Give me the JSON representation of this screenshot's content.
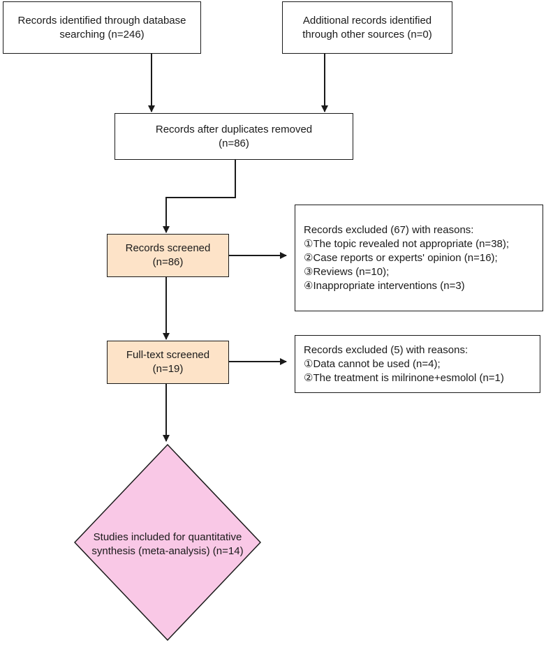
{
  "boxes": {
    "database_search": [
      "Records identified through database",
      "searching (n=246)"
    ],
    "other_sources": [
      "Additional records identified",
      "through other sources (n=0)"
    ],
    "duplicates_removed": [
      "Records after duplicates removed",
      "(n=86)"
    ],
    "records_screened": [
      "Records screened",
      "(n=86)"
    ],
    "excluded_screening": [
      "Records excluded (67) with reasons:",
      "①The topic revealed not appropriate (n=38);",
      "②Case reports or experts' opinion (n=16);",
      "③Reviews (n=10);",
      "④Inappropriate interventions (n=3)"
    ],
    "fulltext_screened": [
      "Full-text screened",
      "(n=19)"
    ],
    "excluded_fulltext": [
      "Records excluded (5) with reasons:",
      "①Data cannot be used (n=4);",
      "②The treatment is milrinone+esmolol (n=1)"
    ],
    "included": [
      "Studies included for quantitative",
      "synthesis (meta-analysis) (n=14)"
    ]
  },
  "colors": {
    "stroke": "#1a1a1a",
    "screened_fill": "#fde3c8",
    "included_fill": "#f9c8e6"
  }
}
